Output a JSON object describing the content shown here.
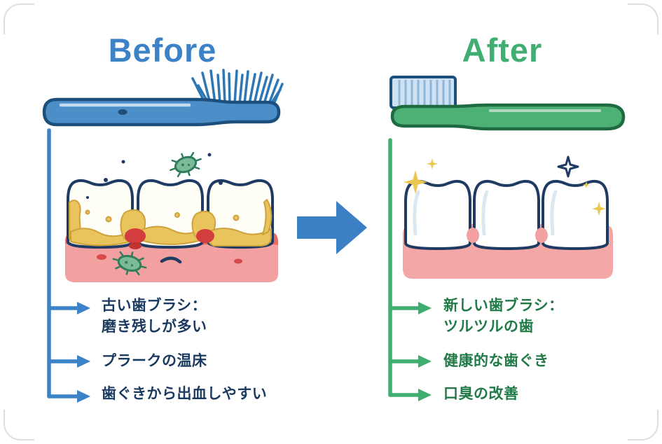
{
  "page": {
    "background": "#ffffff"
  },
  "before": {
    "title": "Before",
    "b1_line1": "古い歯ブラシ：",
    "b1_line2": "磨き残しが多い",
    "b2": "プラークの温床",
    "b3": "歯ぐきから出血しやすい"
  },
  "after": {
    "title": "After",
    "b1_line1": "新しい歯ブラシ：",
    "b1_line2": "ツルツルの歯",
    "b2": "健康的な歯ぐき",
    "b3": "口臭の改善"
  },
  "icons": {
    "before_toothbrush": "worn-toothbrush-icon",
    "after_toothbrush": "new-toothbrush-icon",
    "transition_arrow": "right-arrow-icon",
    "before_teeth": "plaque-teeth-illustration",
    "after_teeth": "clean-teeth-illustration",
    "germ": "germ-icon",
    "sparkle": "sparkle-icon"
  },
  "colors": {
    "before_accent": "#3b82c6",
    "before_text": "#1b3a5f",
    "after_accent": "#3fae70",
    "after_text": "#1f7a47",
    "arrow_blue": "#3b7fc4",
    "plaque_yellow": "#e9c45c",
    "gum_pink": "#f2a0a0",
    "inflamed_red": "#d94040",
    "bacteria_green": "#7cbb97",
    "outline_navy": "#1f3b63"
  }
}
